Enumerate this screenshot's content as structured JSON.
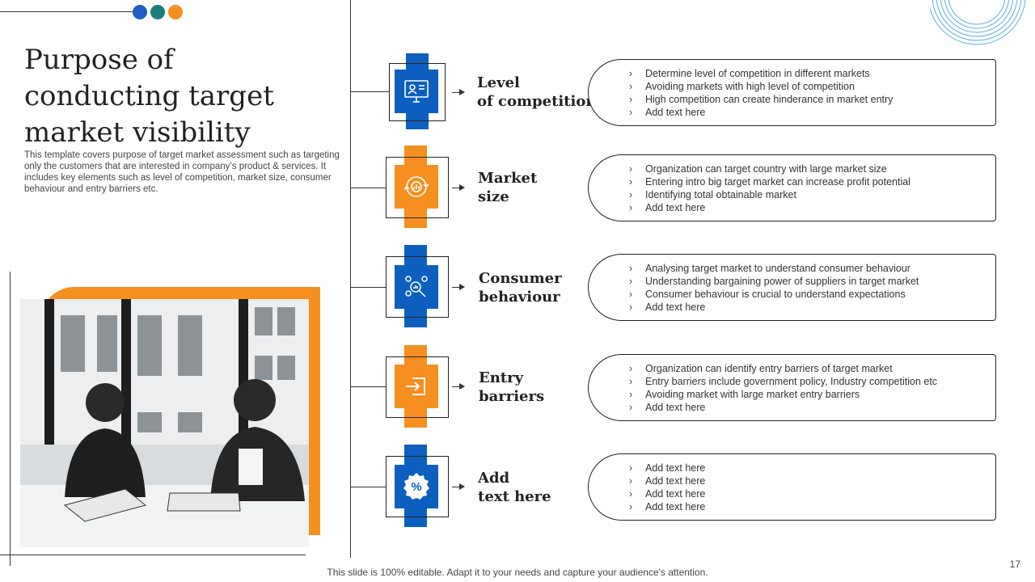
{
  "slide": {
    "title": "Purpose of conducting target market visibility",
    "description": "This template covers purpose of target market assessment such as targeting only the customers that are interested in company’s product & services. It includes key elements such as level of competition, market size, consumer behaviour and entry barriers etc.",
    "footer": "This slide is 100% editable. Adapt it to your needs and capture your audience's attention.",
    "page_number": "17",
    "photo_icon": "business-meeting-photo"
  },
  "colors": {
    "blue": "#0d5fbf",
    "orange": "#f58f1f",
    "teal": "#1a7f7a",
    "dot_blue": "#1f5fbf",
    "arc": "#5ab0e0"
  },
  "rows": [
    {
      "label_line1": "Level",
      "label_line2": "of competition",
      "color": "blue",
      "icon": "monitor-profile-icon",
      "bullets": [
        "Determine level of competition in different markets",
        "Avoiding markets with high level of competition",
        "High competition can create hinderance in market entry",
        "Add text here"
      ]
    },
    {
      "label_line1": "Market",
      "label_line2": "size",
      "color": "orange",
      "icon": "market-cycle-icon",
      "bullets": [
        "Organization can target country with large market size",
        "Entering intro big target market can increase profit potential",
        "Identifying total obtainable market",
        "Add text here"
      ]
    },
    {
      "label_line1": "Consumer",
      "label_line2": "behaviour",
      "color": "blue",
      "icon": "people-analysis-icon",
      "bullets": [
        "Analysing target market to understand consumer behaviour",
        "Understanding bargaining power of suppliers in target market",
        "Consumer behaviour is crucial to understand expectations",
        "Add text here"
      ]
    },
    {
      "label_line1": "Entry",
      "label_line2": "barriers",
      "color": "orange",
      "icon": "entry-door-icon",
      "bullets": [
        "Organization can identify entry barriers of target market",
        "Entry barriers include government policy, Industry competition etc",
        "Avoiding market with large market entry barriers",
        "Add text here"
      ]
    },
    {
      "label_line1": "Add",
      "label_line2": "text here",
      "color": "blue",
      "icon": "percent-badge-icon",
      "bullets": [
        "Add text here",
        "Add text here",
        "Add text here",
        "Add text here"
      ]
    }
  ]
}
